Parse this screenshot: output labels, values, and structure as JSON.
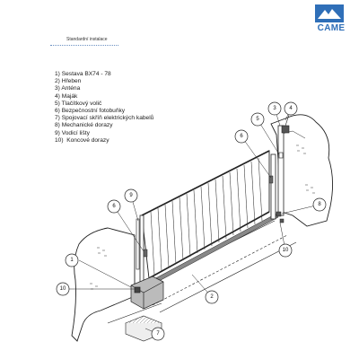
{
  "header": {
    "section_title": "Standardní instalace",
    "brand": "CAME",
    "brand_color": "#2f6fb8"
  },
  "legend": [
    {
      "num": "1)",
      "text": "Sestava BX74 - 78"
    },
    {
      "num": "2)",
      "text": "Hřeben"
    },
    {
      "num": "3)",
      "text": "Anténa"
    },
    {
      "num": "4)",
      "text": "Maják"
    },
    {
      "num": "5)",
      "text": "Tlačítkový volič"
    },
    {
      "num": "6)",
      "text": "Bezpečnostní fotobuňky"
    },
    {
      "num": "7)",
      "text": "Spojovací skříň elektrických kabelů"
    },
    {
      "num": "8)",
      "text": "Mechanické dorazy"
    },
    {
      "num": "9)",
      "text": "Vodicí lišty"
    },
    {
      "num": "10)",
      "text": "Koncové dorazy"
    }
  ],
  "callouts": [
    "1",
    "2",
    "3",
    "4",
    "5",
    "6",
    "6",
    "7",
    "8",
    "9",
    "10",
    "10"
  ]
}
